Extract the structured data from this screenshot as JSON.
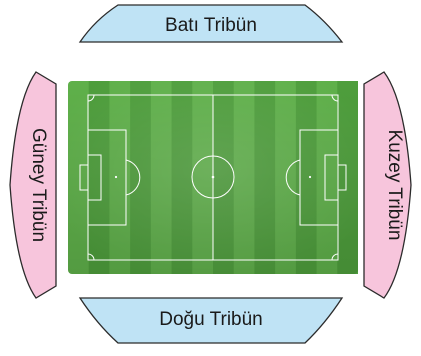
{
  "stadium": {
    "stands": {
      "west": {
        "label": "Batı Tribün",
        "color": "#bfe3f5"
      },
      "east": {
        "label": "Doğu Tribün",
        "color": "#bfe3f5"
      },
      "south": {
        "label": "Güney Tribün",
        "color": "#f7c5dc"
      },
      "north": {
        "label": "Kuzey Tribün",
        "color": "#f7c5dc"
      }
    },
    "pitch": {
      "grass_light": "#5fb04a",
      "grass_dark": "#4e9e3c",
      "lines": "#ffffff"
    }
  }
}
